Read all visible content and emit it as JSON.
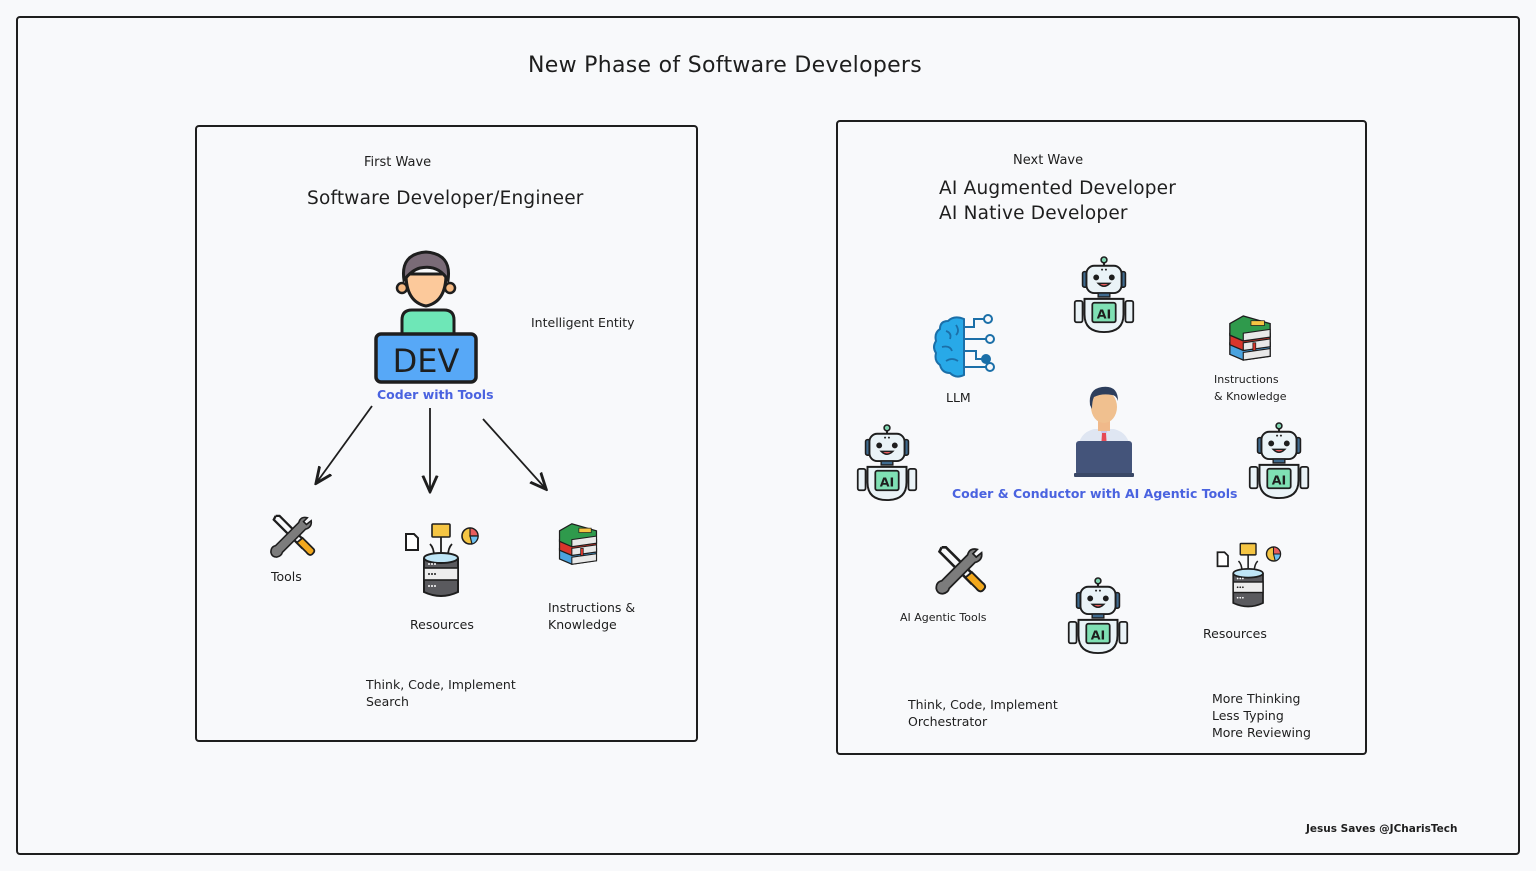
{
  "title": "New Phase of Software Developers",
  "colors": {
    "background": "#f8f9fb",
    "stroke": "#1e1e1e",
    "accent_text": "#4a63e0"
  },
  "first_wave": {
    "kicker": "First Wave",
    "heading": "Software Developer/Engineer",
    "center_icon": "dev-person-icon",
    "center_icon_text": "DEV",
    "center_caption": "Coder with Tools",
    "side_note": "Intelligent Entity",
    "items": [
      {
        "icon": "tools-icon",
        "label": "Tools"
      },
      {
        "icon": "database-resources-icon",
        "label": "Resources"
      },
      {
        "icon": "books-icon",
        "label": "Instructions &\nKnowledge"
      }
    ],
    "footer_lines": "Think, Code, Implement\nSearch"
  },
  "next_wave": {
    "kicker": "Next Wave",
    "heading_lines": "AI Augmented Developer\nAI Native Developer",
    "center_icon": "developer-laptop-icon",
    "center_caption": "Coder & Conductor with AI Agentic Tools",
    "items": [
      {
        "icon": "brain-circuit-icon",
        "label": "LLM"
      },
      {
        "icon": "books-icon",
        "label": "Instructions\n& Knowledge"
      },
      {
        "icon": "tools-icon",
        "label": "AI Agentic Tools"
      },
      {
        "icon": "database-resources-icon",
        "label": "Resources"
      }
    ],
    "robots": [
      {
        "icon": "ai-robot-icon",
        "chip_text": "AI"
      },
      {
        "icon": "ai-robot-icon",
        "chip_text": "AI"
      },
      {
        "icon": "ai-robot-icon",
        "chip_text": "AI"
      },
      {
        "icon": "ai-robot-icon",
        "chip_text": "AI"
      }
    ],
    "footer_left": "Think, Code, Implement\nOrchestrator",
    "footer_right": "More Thinking\nLess Typing\nMore Reviewing"
  },
  "credit": "Jesus Saves @JCharisTech"
}
